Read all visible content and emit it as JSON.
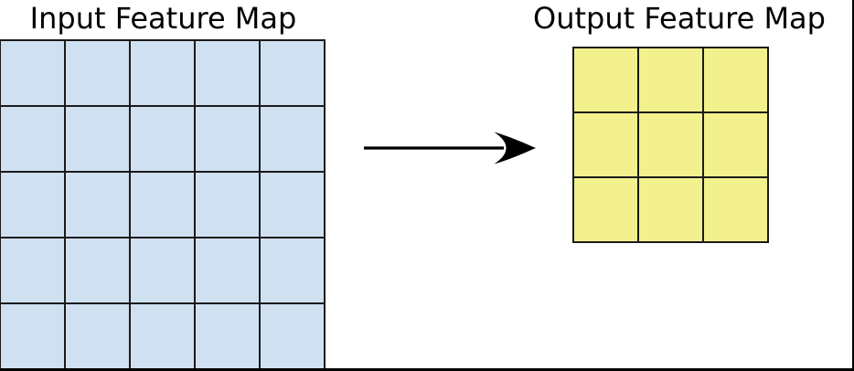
{
  "diagram": {
    "input": {
      "title": "Input Feature Map",
      "grid_rows": 5,
      "grid_cols": 5,
      "cell_fill": "#cfe0f1"
    },
    "output": {
      "title": "Output Feature Map",
      "grid_rows": 3,
      "grid_cols": 3,
      "cell_fill": "#f2f18d"
    },
    "arrow_icon": "arrow-right-icon"
  },
  "colors": {
    "background": "#ffffff",
    "grid_line": "#1a1a1a",
    "frame": "#000000",
    "arrow": "#000000"
  }
}
